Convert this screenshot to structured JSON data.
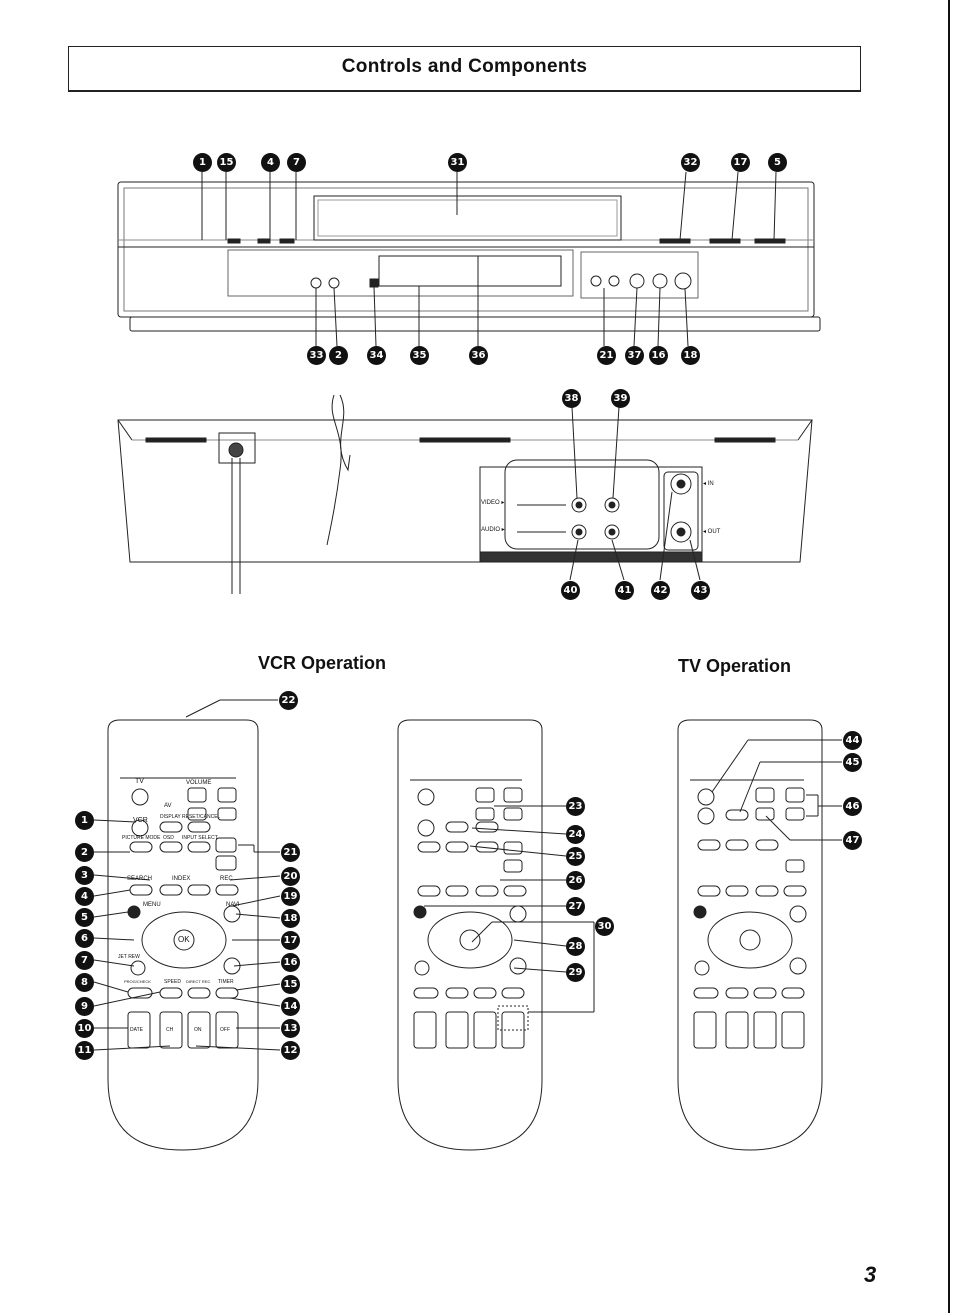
{
  "header": {
    "title": "Controls and Components"
  },
  "sections": {
    "vcr": "VCR Operation",
    "tv": "TV Operation"
  },
  "page_number": "3",
  "front_callouts": {
    "top": [
      "1",
      "15",
      "4",
      "7",
      "31",
      "32",
      "17",
      "5"
    ],
    "bottom": [
      "33",
      "2",
      "34",
      "35",
      "36",
      "21",
      "37",
      "16",
      "18"
    ]
  },
  "rear_callouts": {
    "top": [
      "38",
      "39"
    ],
    "bottom": [
      "40",
      "41",
      "42",
      "43"
    ]
  },
  "rear_panel": {
    "video": "VIDEO ▸",
    "audio": "AUDIO ▸",
    "in": "◂ IN",
    "out": "◂ OUT"
  },
  "remote_labels": {
    "tv": "TV",
    "vcr": "VCR",
    "av": "AV",
    "volume": "VOLUME",
    "display": "DISPLAY",
    "reset": "RESET/CANCEL",
    "picture_mode": "PICTURE MODE",
    "osd": "OSD",
    "input_select": "INPUT SELECT",
    "search": "SEARCH",
    "index": "INDEX",
    "rec": "REC",
    "menu": "MENU",
    "navi": "NAVI",
    "ok": "OK",
    "jet_rew": "JET REW",
    "program_check": "PROG/CHECK",
    "speed": "SPEED",
    "direct_rec": "DIRECT REC",
    "timer": "TIMER",
    "date": "DATE",
    "ch": "CH",
    "on": "ON",
    "off": "OFF"
  },
  "vcr_remote_callouts": {
    "left": [
      "1",
      "2",
      "3",
      "4",
      "5",
      "6",
      "7",
      "8",
      "9",
      "10",
      "11"
    ],
    "right": [
      "21",
      "20",
      "19",
      "18",
      "17",
      "16",
      "15",
      "14",
      "13",
      "12"
    ],
    "top": "22"
  },
  "mid_remote_callouts": [
    "23",
    "24",
    "25",
    "26",
    "27",
    "28",
    "29",
    "30"
  ],
  "tv_remote_callouts": [
    "44",
    "45",
    "46",
    "47"
  ]
}
